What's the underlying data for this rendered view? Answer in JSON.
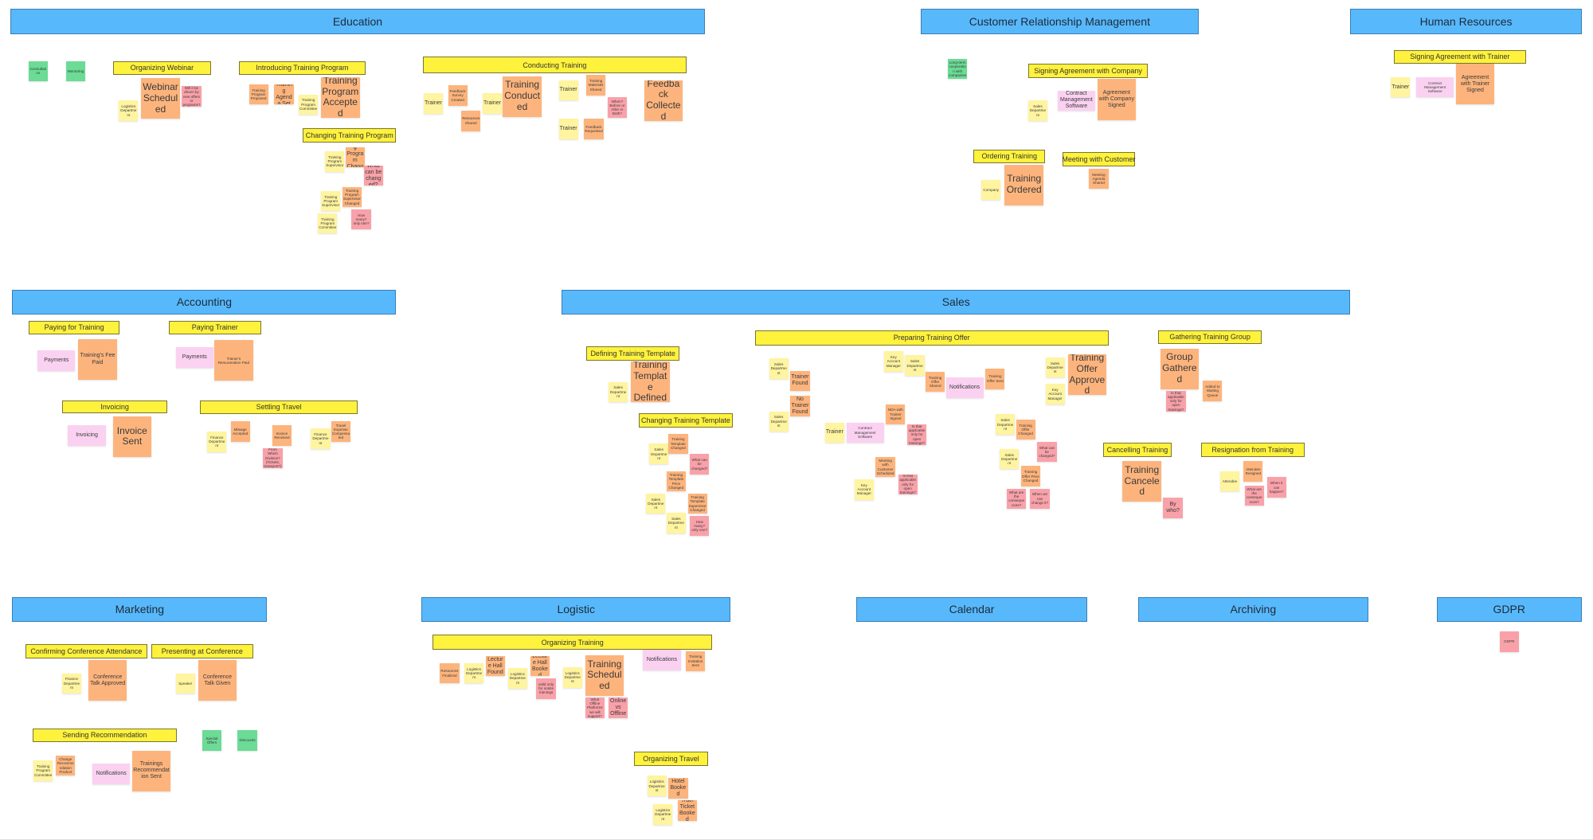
{
  "colors": {
    "header": "#58b8fc",
    "process": "#fff23c",
    "event": "#fdb47c",
    "actor": "#fff49f",
    "system": "#fbd1f1",
    "hot": "#f9a1a9",
    "policy": "#6bdb95"
  },
  "sections": [
    "Education",
    "Customer Relationship Management",
    "Human Resources",
    "Accounting",
    "Sales",
    "Marketing",
    "Logistic",
    "Calendar",
    "Archiving",
    "GDPR"
  ],
  "processes": [
    "Organizing Webinar",
    "Introducing Training Program",
    "Changing Training Program",
    "Conducting Training",
    "Signing Agreement with Company",
    "Ordering Training",
    "Meeting with Customer",
    "Signing Agreement with Trainer",
    "Paying for Training",
    "Paying Trainer",
    "Invoicing",
    "Settling Travel",
    "Defining Training Template",
    "Changing Training Template",
    "Preparing Training Offer",
    "Gathering Training Group",
    "Cancelling Training",
    "Resignation from Training",
    "Confirming Conference Attendance",
    "Presenting at Conference",
    "Sending Recommendation",
    "Organizing Training",
    "Organizing Travel"
  ],
  "stickies": [
    {
      "kind": "policy",
      "text": "Consultation"
    },
    {
      "kind": "policy",
      "text": "Mentoring"
    },
    {
      "kind": "actor",
      "text": "Logistics Department"
    },
    {
      "kind": "event",
      "text": "Webinar Scheduled"
    },
    {
      "kind": "hot",
      "text": "Will it be driven by new offers or programs?"
    },
    {
      "kind": "event",
      "text": "Training Program Proposed"
    },
    {
      "kind": "event",
      "text": "Training Agenda Set"
    },
    {
      "kind": "actor",
      "text": "Training Program Committee"
    },
    {
      "kind": "event",
      "text": "Training Program Accepted"
    },
    {
      "kind": "actor",
      "text": "Training Program Supervisor"
    },
    {
      "kind": "event",
      "text": "Training Program Changed"
    },
    {
      "kind": "hot",
      "text": "What can be changed?"
    },
    {
      "kind": "event",
      "text": "Training Program Supervisor Changed"
    },
    {
      "kind": "actor",
      "text": "Training Program Supervisor"
    },
    {
      "kind": "actor",
      "text": "Training Program Committee"
    },
    {
      "kind": "hot",
      "text": "How many? only one?"
    },
    {
      "kind": "actor",
      "text": "Trainer"
    },
    {
      "kind": "event",
      "text": "Feedback Survey Created"
    },
    {
      "kind": "event",
      "text": "Resources Shared"
    },
    {
      "kind": "actor",
      "text": "Trainer"
    },
    {
      "kind": "event",
      "text": "Training Conducted"
    },
    {
      "kind": "actor",
      "text": "Trainer"
    },
    {
      "kind": "event",
      "text": "Training Materials Shared"
    },
    {
      "kind": "hot",
      "text": "When? Before or After or Both?"
    },
    {
      "kind": "actor",
      "text": "Trainer"
    },
    {
      "kind": "event",
      "text": "Feedback Requested"
    },
    {
      "kind": "event",
      "text": "Feedback Collected"
    },
    {
      "kind": "policy",
      "text": "Long-term cooperation with companies"
    },
    {
      "kind": "actor",
      "text": "Sales Department"
    },
    {
      "kind": "system",
      "text": "Contract Management Software"
    },
    {
      "kind": "event",
      "text": "Agreement with Company Signed"
    },
    {
      "kind": "actor",
      "text": "Company"
    },
    {
      "kind": "event",
      "text": "Training Ordered"
    },
    {
      "kind": "event",
      "text": "Meeting Agenda Shared"
    },
    {
      "kind": "actor",
      "text": "Trainer"
    },
    {
      "kind": "system",
      "text": "Contract Management Software"
    },
    {
      "kind": "event",
      "text": "Agreement with Trainer Signed"
    },
    {
      "kind": "system",
      "text": "Payments"
    },
    {
      "kind": "event",
      "text": "Training's Fee Paid"
    },
    {
      "kind": "system",
      "text": "Payments"
    },
    {
      "kind": "event",
      "text": "Trainer's Remuneration Paid"
    },
    {
      "kind": "system",
      "text": "Invoicing"
    },
    {
      "kind": "event",
      "text": "Invoice Sent"
    },
    {
      "kind": "actor",
      "text": "Finance Department"
    },
    {
      "kind": "event",
      "text": "Mileage Accepted"
    },
    {
      "kind": "event",
      "text": "Invoice Received"
    },
    {
      "kind": "hot",
      "text": "From Which Division? (Tickets, transport?)"
    },
    {
      "kind": "actor",
      "text": "Finance Department"
    },
    {
      "kind": "event",
      "text": "Travel Expense Compensated"
    },
    {
      "kind": "actor",
      "text": "Sales Department"
    },
    {
      "kind": "event",
      "text": "Training Template Defined"
    },
    {
      "kind": "actor",
      "text": "Sales Department"
    },
    {
      "kind": "event",
      "text": "Training Template Changed"
    },
    {
      "kind": "hot",
      "text": "What can be changed?"
    },
    {
      "kind": "event",
      "text": "Training Template Price Changed"
    },
    {
      "kind": "actor",
      "text": "Sales Department"
    },
    {
      "kind": "event",
      "text": "Training Template Supervisor Changed"
    },
    {
      "kind": "actor",
      "text": "Sales Department"
    },
    {
      "kind": "hot",
      "text": "How many? only one?"
    },
    {
      "kind": "actor",
      "text": "Sales Department"
    },
    {
      "kind": "event",
      "text": "Trainer Found"
    },
    {
      "kind": "event",
      "text": "No Trainer Found"
    },
    {
      "kind": "actor",
      "text": "Sales Department"
    },
    {
      "kind": "actor",
      "text": "Trainer"
    },
    {
      "kind": "system",
      "text": "Contract Management Software"
    },
    {
      "kind": "event",
      "text": "NDA with Trainer Signed"
    },
    {
      "kind": "hot",
      "text": "Is that applicable only for open trainings?"
    },
    {
      "kind": "event",
      "text": "Meeting with Customer Scheduled"
    },
    {
      "kind": "actor",
      "text": "Key Account Manager"
    },
    {
      "kind": "hot",
      "text": "Is that applicable only for open trainings?"
    },
    {
      "kind": "actor",
      "text": "Key Account Manager"
    },
    {
      "kind": "actor",
      "text": "Sales Department"
    },
    {
      "kind": "event",
      "text": "Training Offer Shared"
    },
    {
      "kind": "system",
      "text": "Notifications"
    },
    {
      "kind": "event",
      "text": "Training Offer Sent"
    },
    {
      "kind": "actor",
      "text": "Sales Department"
    },
    {
      "kind": "event",
      "text": "Training Offer Changed"
    },
    {
      "kind": "hot",
      "text": "What can be changed?"
    },
    {
      "kind": "actor",
      "text": "Sales Department"
    },
    {
      "kind": "event",
      "text": "Training Offer Price Changed"
    },
    {
      "kind": "hot",
      "text": "What are the consequences?"
    },
    {
      "kind": "hot",
      "text": "When we can change it?"
    },
    {
      "kind": "actor",
      "text": "Sales Department"
    },
    {
      "kind": "actor",
      "text": "Key Account Manager"
    },
    {
      "kind": "event",
      "text": "Training Offer Approved"
    },
    {
      "kind": "event",
      "text": "Group Gathered"
    },
    {
      "kind": "hot",
      "text": "Is that applicable only for open trainings?"
    },
    {
      "kind": "event",
      "text": "Added to Waiting Queue"
    },
    {
      "kind": "event",
      "text": "Training Canceled"
    },
    {
      "kind": "hot",
      "text": "By who?"
    },
    {
      "kind": "actor",
      "text": "Attendee"
    },
    {
      "kind": "event",
      "text": "Attendee Resigned"
    },
    {
      "kind": "hot",
      "text": "What are the consequences?"
    },
    {
      "kind": "hot",
      "text": "When it can happen?"
    },
    {
      "kind": "actor",
      "text": "Finance Department"
    },
    {
      "kind": "event",
      "text": "Conference Talk Approved"
    },
    {
      "kind": "actor",
      "text": "Speaker"
    },
    {
      "kind": "event",
      "text": "Conference Talk Given"
    },
    {
      "kind": "actor",
      "text": "Training Program Committee"
    },
    {
      "kind": "event",
      "text": "Change Recommendation Product"
    },
    {
      "kind": "system",
      "text": "Notifications"
    },
    {
      "kind": "event",
      "text": "Trainings Recommendation Sent"
    },
    {
      "kind": "policy",
      "text": "Special Offers"
    },
    {
      "kind": "policy",
      "text": "Discounts"
    },
    {
      "kind": "event",
      "text": "Resources Finalized"
    },
    {
      "kind": "actor",
      "text": "Logistics Department"
    },
    {
      "kind": "event",
      "text": "Lecture Hall Found"
    },
    {
      "kind": "actor",
      "text": "Logistics Department"
    },
    {
      "kind": "event",
      "text": "Lecture Hall Booked"
    },
    {
      "kind": "hot",
      "text": "valid only for onsite trainings"
    },
    {
      "kind": "actor",
      "text": "Logistics Department"
    },
    {
      "kind": "event",
      "text": "Training Scheduled"
    },
    {
      "kind": "hot",
      "text": "What Offline Platforms we will support?"
    },
    {
      "kind": "hot",
      "text": "Online vs Offline"
    },
    {
      "kind": "system",
      "text": "Notifications"
    },
    {
      "kind": "event",
      "text": "Training Invitation Sent"
    },
    {
      "kind": "actor",
      "text": "Logistics Department"
    },
    {
      "kind": "event",
      "text": "Hotel Booked"
    },
    {
      "kind": "event",
      "text": "Train Ticket Booked"
    },
    {
      "kind": "actor",
      "text": "Logistics Department"
    },
    {
      "kind": "hot",
      "text": "GDPR"
    }
  ]
}
